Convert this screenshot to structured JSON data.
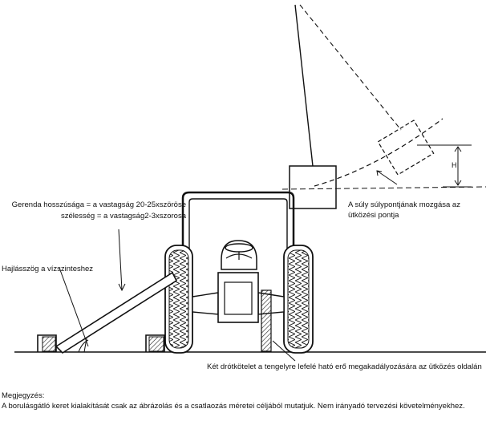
{
  "labels": {
    "beam_length": "Gerenda hosszúsága = a vastagság 20-25xszöröse",
    "beam_width": "szélesség = a vastagság2-3xszorosa",
    "tilt_angle": "Hajlásszög a vízszinteshez",
    "weight_motion_line1": "A súly súlypontjának mozgása az",
    "weight_motion_line2": "ütközési pontja",
    "height_marker": "H",
    "cables": "Két drótkötelet a tengelyre lefelé ható erő megakadályozására az ütközés oldalán"
  },
  "note": {
    "title": "Megjegyzés:",
    "text": "A borulásgátló keret kialakítását csak az ábrázolás és a csatlaozás méretei céljából mutatjuk. Nem irányadó tervezési követelményekhez."
  }
}
